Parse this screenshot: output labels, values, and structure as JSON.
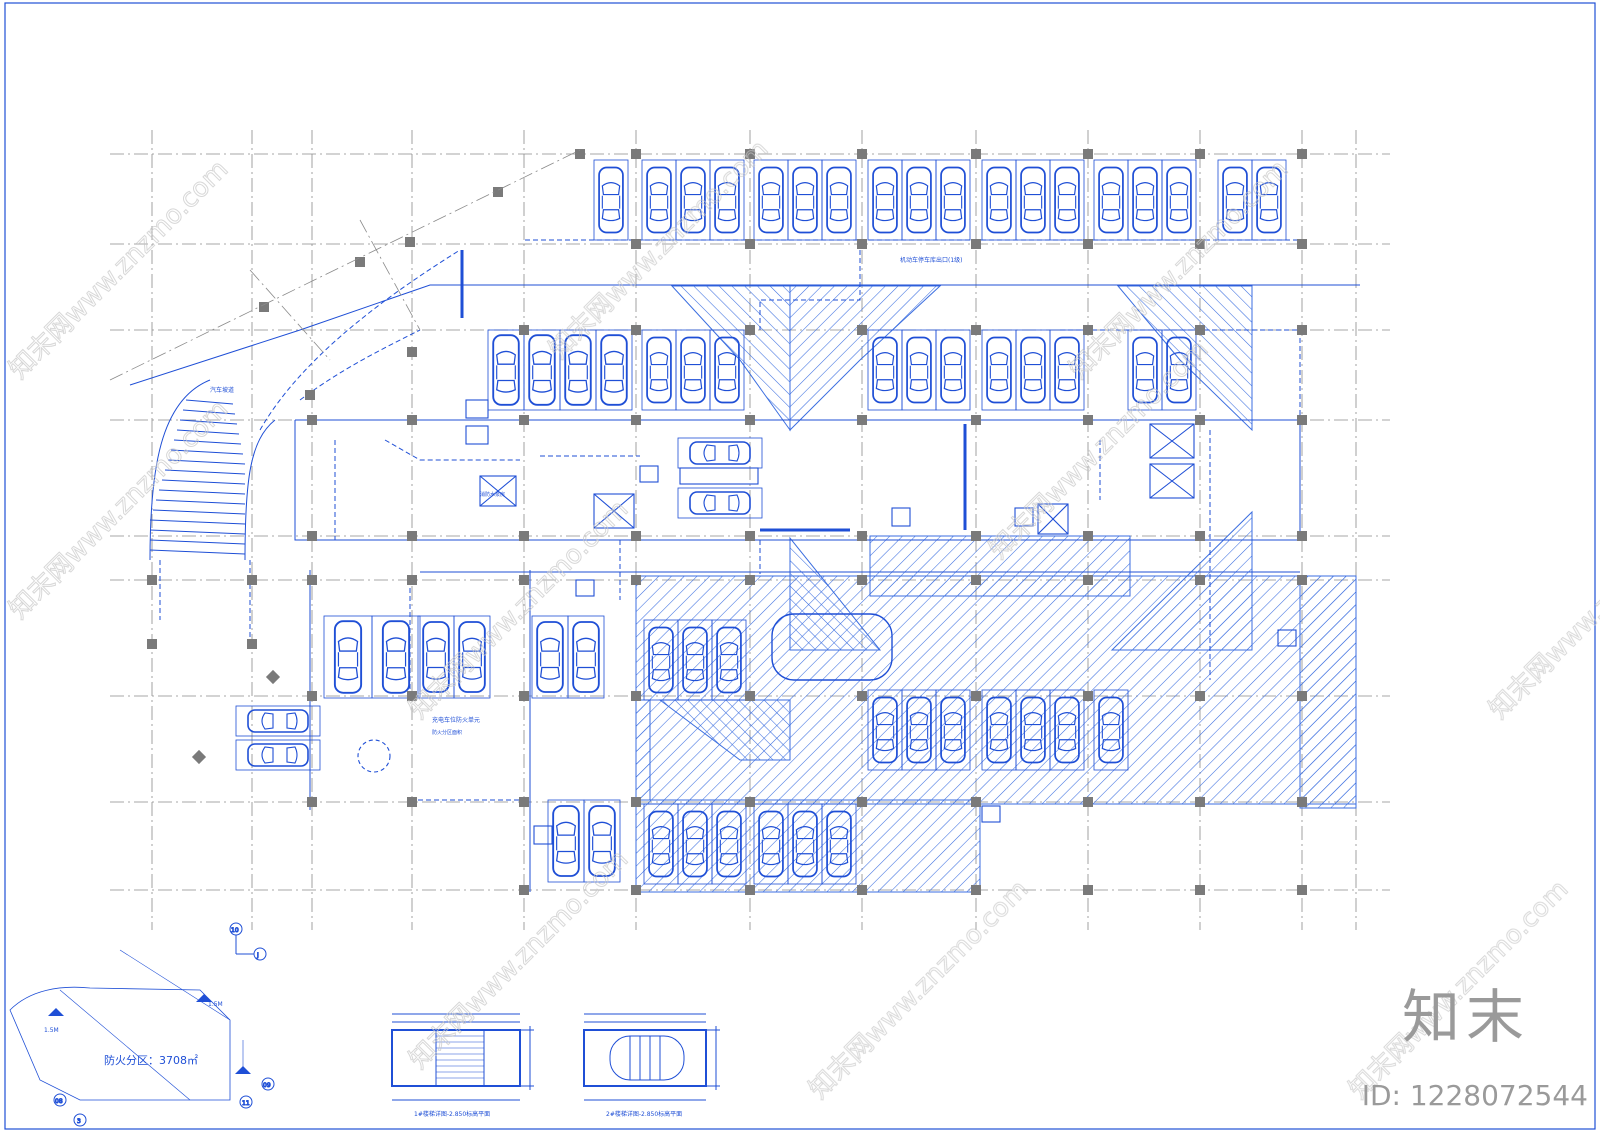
{
  "drawing": {
    "fire_zone_label": "防火分区：3708㎡",
    "elev_labels": [
      "1.5M",
      "1.5M"
    ],
    "axis_bubbles": [
      "10",
      "J",
      "08",
      "3",
      "11",
      "09"
    ],
    "stair_caption_1": "1#楼梯详图-2.850标高平面",
    "stair_caption_2": "2#楼梯详图-2.850标高平面",
    "route_note": "机动车停车库出口(1级)",
    "ramp_note": "汽车坡道",
    "fire_room_note": "消防水泵房",
    "garage_note_1": "充电车位防火单元",
    "garage_note_2": "防火分区面积"
  },
  "watermark": {
    "brand": "知末",
    "id_label": "ID: 1228072544"
  },
  "colors": {
    "line": "#1f4fd6",
    "hatch": "#3b6ee0",
    "grid": "#808080",
    "column": "#7a7a7a",
    "watermark": "#c8c8c8"
  }
}
